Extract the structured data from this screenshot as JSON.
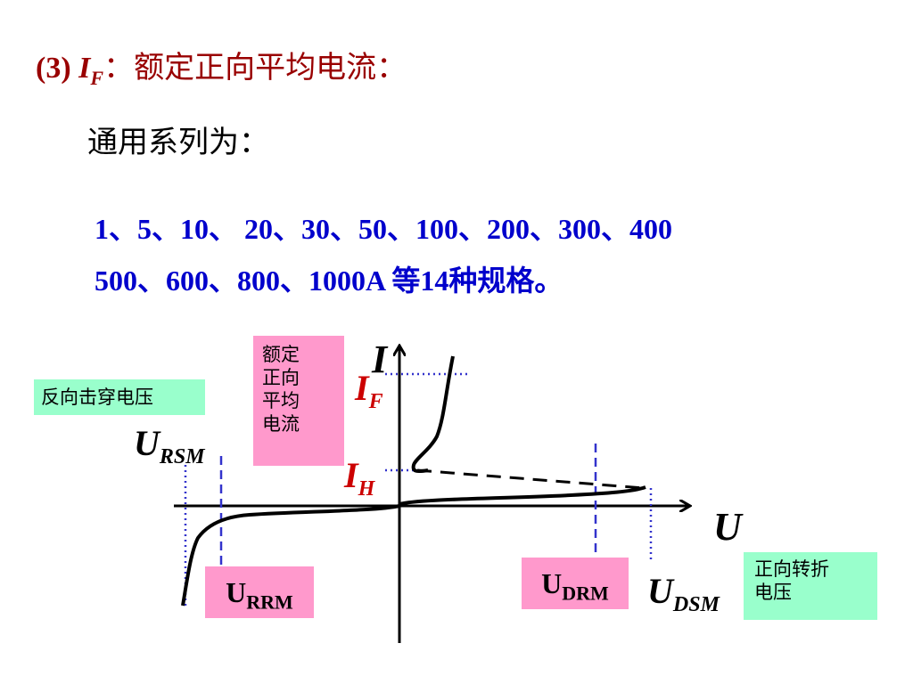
{
  "heading": {
    "number": "(3)",
    "symbol": "I",
    "symbol_sub": "F",
    "text": "：额定正向平均电流："
  },
  "subheading": "通用系列为：",
  "series": {
    "line1": "1、5、10、 20、30、50、100、200、300、400",
    "line2": "500、600、800、1000A 等14种规格。"
  },
  "diagram": {
    "axis_i_label": "I",
    "axis_u_label": "U",
    "if_label": {
      "main": "I",
      "sub": "F"
    },
    "ih_label": {
      "main": "I",
      "sub": "H"
    },
    "ursm_label": {
      "main": "U",
      "sub": "RSM"
    },
    "udsm_label": {
      "main": "U",
      "sub": "DSM"
    },
    "urrm_box": {
      "main": "U",
      "sub": "RRM"
    },
    "udrm_box": {
      "main": "U",
      "sub": "DRM"
    },
    "rated_current_box": [
      "额定",
      "正向",
      "平均",
      "电流"
    ],
    "reverse_breakdown_box": "反向击穿电压",
    "forward_breakover_box": [
      "正向转折",
      "电压"
    ],
    "colors": {
      "curve": "#000000",
      "guide_lines": "#3333cc",
      "pink": "#ff99cc",
      "green": "#99ffcc",
      "red_label": "#cc0000"
    }
  }
}
